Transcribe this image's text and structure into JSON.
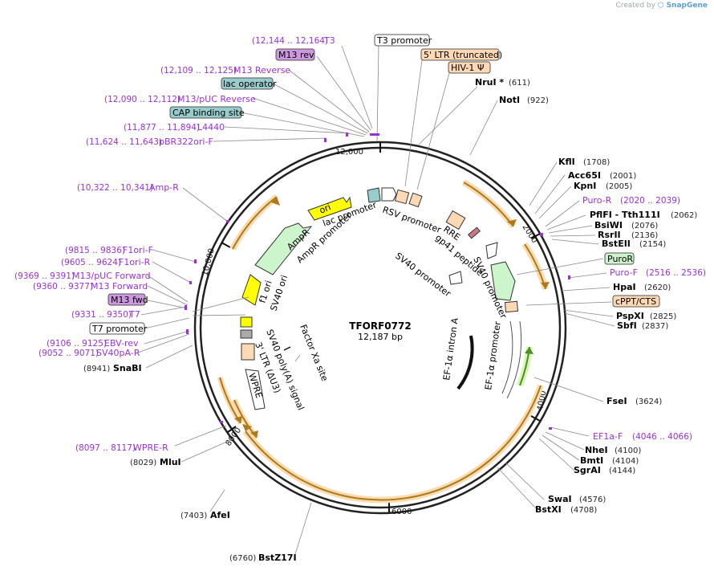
{
  "credit": {
    "prefix": "Created by",
    "brand": "SnapGene"
  },
  "plasmid": {
    "name": "TFORF0772",
    "size": "12,187 bp"
  },
  "colors": {
    "primer": "#9b30d9",
    "feature_arrow": "#f0a030",
    "promoter": "#ffffff",
    "rep_origin": "#ffff00",
    "marker": "#ccf5cc",
    "ltr": "#ffd9b3",
    "misc": "#aaaaaa",
    "protein_bind": "#99cccc",
    "primer_bind": "#cc99e0"
  },
  "ticks": {
    "t12000": "12,000",
    "t2000": "2000",
    "t4000": "4000",
    "t6000": "6000",
    "t8000": "8000",
    "t10000": "10,000"
  },
  "labels": {
    "t3": {
      "range": "(12,144 .. 12,164)",
      "name": "T3"
    },
    "m13rev": {
      "name": "M13 rev"
    },
    "m13reverse": {
      "range": "(12,109 .. 12,125)",
      "name": "M13 Reverse"
    },
    "lacop": {
      "name": "lac operator"
    },
    "m13pucrev": {
      "range": "(12,090 .. 12,112)",
      "name": "M13/pUC Reverse"
    },
    "cap": {
      "name": "CAP binding site"
    },
    "l4440": {
      "range": "(11,877 .. 11,894)",
      "name": "L4440"
    },
    "pbr": {
      "range": "(11,624 .. 11,643)",
      "name": "pBR322ori-F"
    },
    "ampr_p": {
      "range": "(10,322 .. 10,341)",
      "name": "Amp-R"
    },
    "f1orif": {
      "range": "(9815 .. 9836)",
      "name": "F1ori-F"
    },
    "f1orir": {
      "range": "(9605 .. 9624)",
      "name": "F1ori-R"
    },
    "m13pucfwd": {
      "range": "(9369 .. 9391)",
      "name": "M13/pUC Forward"
    },
    "m13forward": {
      "range": "(9360 .. 9377)",
      "name": "M13 Forward"
    },
    "m13fwd": {
      "name": "M13 fwd"
    },
    "t7": {
      "range": "(9331 .. 9350)",
      "name": "T7"
    },
    "t7prom": {
      "name": "T7 promoter"
    },
    "ebv": {
      "range": "(9106 .. 9125)",
      "name": "EBV-rev"
    },
    "sv40pa": {
      "range": "(9052 .. 9071)",
      "name": "SV40pA-R"
    },
    "snabi": {
      "range": "(8941)",
      "name": "SnaBI"
    },
    "wprer": {
      "range": "(8097 .. 8117)",
      "name": "WPRE-R"
    },
    "mlui": {
      "range": "(8029)",
      "name": "MluI"
    },
    "afei": {
      "range": "(7403)",
      "name": "AfeI"
    },
    "bstz": {
      "range": "(6760)",
      "name": "BstZ17I"
    },
    "t3prom": {
      "name": "T3 promoter"
    },
    "ltr5": {
      "name": "5' LTR (truncated)"
    },
    "hiv": {
      "name": "HIV-1 Ψ"
    },
    "nrui": {
      "name": "NruI *",
      "range": "(611)"
    },
    "noti": {
      "name": "NotI",
      "range": "(922)"
    },
    "kfli": {
      "name": "KflI",
      "range": "(1708)"
    },
    "acc65i": {
      "name": "Acc65I",
      "range": "(2001)"
    },
    "kpni": {
      "name": "KpnI",
      "range": "(2005)"
    },
    "puror": {
      "name": "Puro-R",
      "range": "(2020 .. 2039)"
    },
    "pflfi": {
      "name": "PflFI - Tth111I",
      "range": "(2062)"
    },
    "bsiwi": {
      "name": "BsiWI",
      "range": "(2076)"
    },
    "rsrii": {
      "name": "RsrII",
      "range": "(2136)"
    },
    "bsteii": {
      "name": "BstEII",
      "range": "(2154)"
    },
    "puror_feat": {
      "name": "PuroR"
    },
    "purof": {
      "name": "Puro-F",
      "range": "(2516 .. 2536)"
    },
    "hpai": {
      "name": "HpaI",
      "range": "(2620)"
    },
    "cppt": {
      "name": "cPPT/CTS"
    },
    "pspxi": {
      "name": "PspXI",
      "range": "(2825)"
    },
    "sbfi": {
      "name": "SbfI",
      "range": "(2837)"
    },
    "fsei": {
      "name": "FseI",
      "range": "(3624)"
    },
    "ef1af": {
      "name": "EF1a-F",
      "range": "(4046 .. 4066)"
    },
    "nhei": {
      "name": "NheI",
      "range": "(4100)"
    },
    "bmti": {
      "name": "BmtI",
      "range": "(4104)"
    },
    "sgrai": {
      "name": "SgrAI",
      "range": "(4144)"
    },
    "swai": {
      "name": "SwaI",
      "range": "(4576)"
    },
    "bstxi": {
      "name": "BstXI",
      "range": "(4708)"
    }
  },
  "inner": {
    "ori": "ori",
    "lac": "lac promoter",
    "rsv": "RSV promoter",
    "rre": "RRE",
    "gp41": "gp41 peptide",
    "sv40p1": "SV40 promoter",
    "sv40p2": "SV40 promoter",
    "ampr": "AmpR",
    "amprp": "AmpR promoter",
    "f1ori": "f1 ori",
    "sv40ori": "SV40 ori",
    "factorxa": "Factor Xa site",
    "sv40pa": "SV40 poly(A) signal",
    "ltr3": "3' LTR (ΔU3)",
    "wpre": "WPRE",
    "ef1intron": "EF-1α intron A",
    "ef1prom": "EF-1α promoter"
  }
}
